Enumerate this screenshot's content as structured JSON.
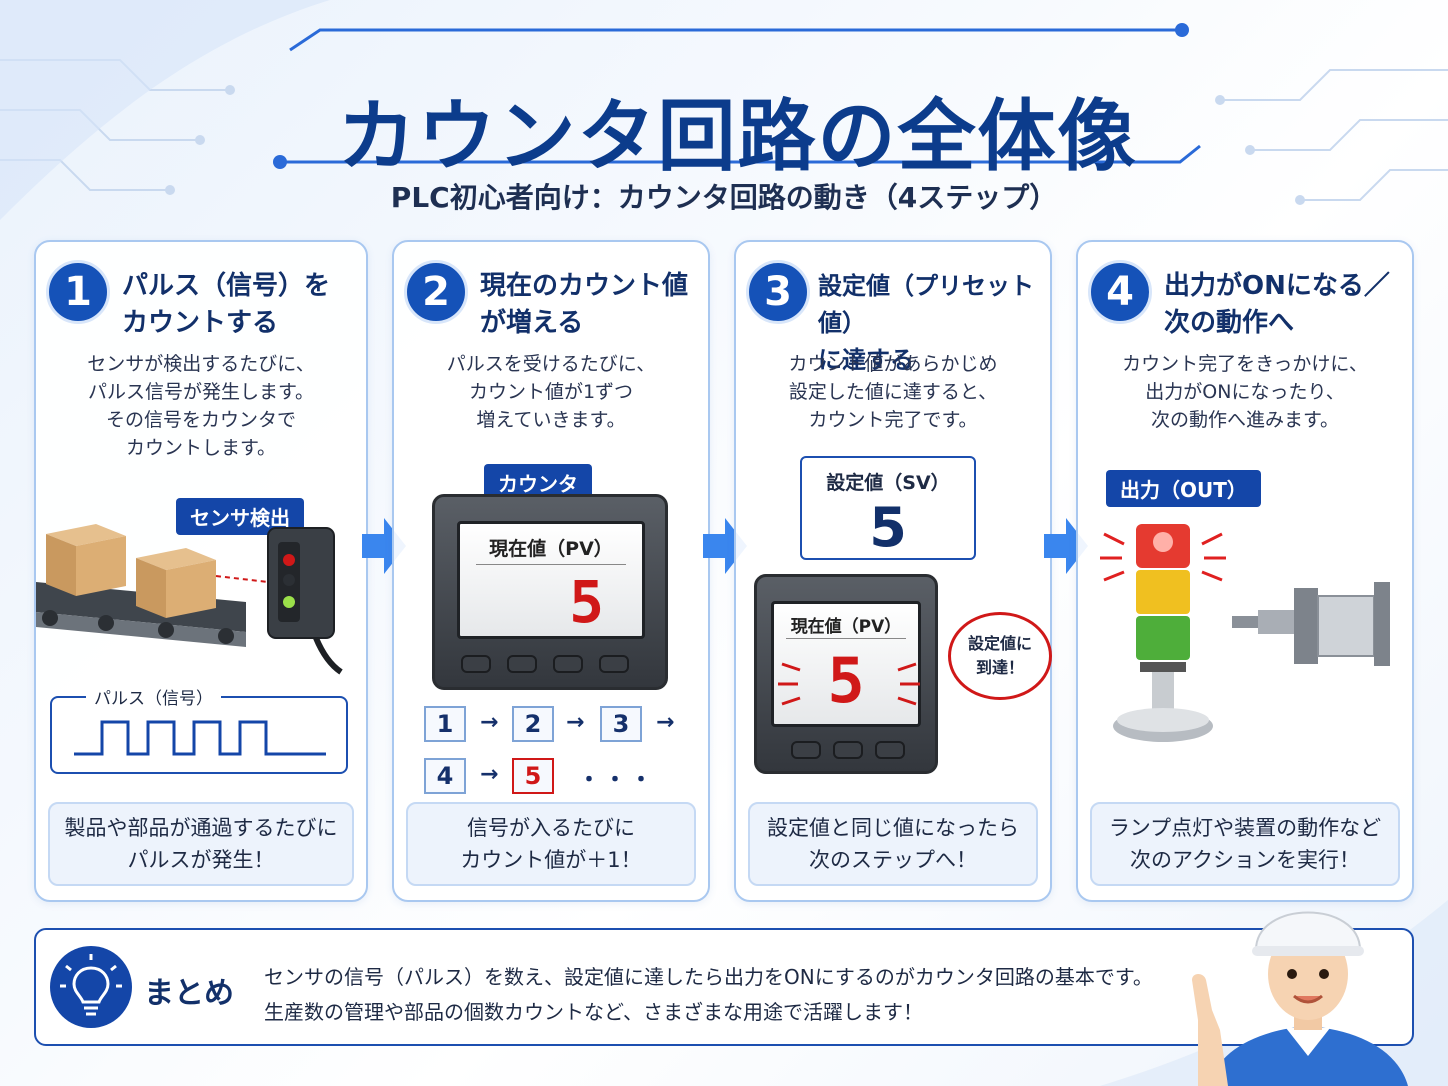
{
  "title": "カウンタ回路の全体像",
  "subtitle": "PLC初心者向け：カウンタ回路の動き（4ステップ）",
  "steps": [
    {
      "number": "1",
      "title_line1": "パルス（信号）を",
      "title_line2": "カウントする",
      "desc": [
        "センサが検出するたびに、",
        "パルス信号が発生します。",
        "その信号をカウンタで",
        "カウントします。"
      ],
      "tag": "センサ検出",
      "pulse_label": "パルス（信号）",
      "note_line1": "製品や部品が通過するたびに",
      "note_line2": "パルスが発生！"
    },
    {
      "number": "2",
      "title_line1": "現在のカウント値",
      "title_line2": "が増える",
      "desc": [
        "パルスを受けるたびに、",
        "カウント値が1ずつ",
        "増えていきます。"
      ],
      "tag": "カウンタ",
      "screen_label": "現在値（PV）",
      "screen_value": "5",
      "sequence": [
        "1",
        "2",
        "3",
        "4",
        "5"
      ],
      "sequence_more": "・・・",
      "note_line1": "信号が入るたびに",
      "note_line2": "カウント値が＋1！"
    },
    {
      "number": "3",
      "title_line1": "設定値（プリセット値）",
      "title_line2": "に達する",
      "desc": [
        "カウント値があらかじめ",
        "設定した値に達すると、",
        "カウント完了です。"
      ],
      "sv_label": "設定値（SV）",
      "sv_value": "5",
      "screen_label": "現在値（PV）",
      "screen_value": "5",
      "bubble_line1": "設定値に",
      "bubble_line2": "到達！",
      "note_line1": "設定値と同じ値になったら",
      "note_line2": "次のステップへ！"
    },
    {
      "number": "4",
      "title_line1": "出力がONになる／",
      "title_line2": "次の動作へ",
      "desc": [
        "カウント完了をきっかけに、",
        "出力がONになったり、",
        "次の動作へ進みます。"
      ],
      "tag": "出力（OUT）",
      "note_line1": "ランプ点灯や装置の動作など",
      "note_line2": "次のアクションを実行！"
    }
  ],
  "summary": {
    "label": "まとめ",
    "line1": "センサの信号（パルス）を数え、設定値に達したら出力をONにするのがカウンタ回路の基本です。",
    "line2": "生産数の管理や部品の個数カウントなど、さまざまな用途で活躍します！"
  },
  "colors": {
    "primary": "#1446a8",
    "title": "#0c3c8c",
    "accent_red": "#d01818",
    "card_border": "#a9c8f0"
  },
  "icons": [
    "lightbulb-icon",
    "arrow-right-icon",
    "box-icon",
    "sensor-icon",
    "signal-tower-icon",
    "cylinder-icon",
    "worker-illustration"
  ]
}
